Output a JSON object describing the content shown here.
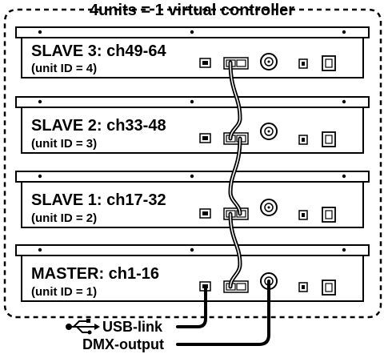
{
  "title": "4units = 1 virtual controller",
  "units": [
    {
      "name": "SLAVE 3: ch49-64",
      "id_label": "(unit ID = 4)"
    },
    {
      "name": "SLAVE 2: ch33-48",
      "id_label": "(unit ID = 3)"
    },
    {
      "name": "SLAVE 1: ch17-32",
      "id_label": "(unit ID = 2)"
    },
    {
      "name": "MASTER: ch1-16",
      "id_label": "(unit ID = 1)"
    }
  ],
  "outputs": {
    "usb": "USB-link",
    "dmx": "DMX-output"
  },
  "colors": {
    "line": "#000000",
    "background": "#ffffff"
  },
  "icons": [
    "usb-icon",
    "usb-port-icon",
    "link-port-icon",
    "xlr-connector-icon",
    "power-switch-icon"
  ]
}
